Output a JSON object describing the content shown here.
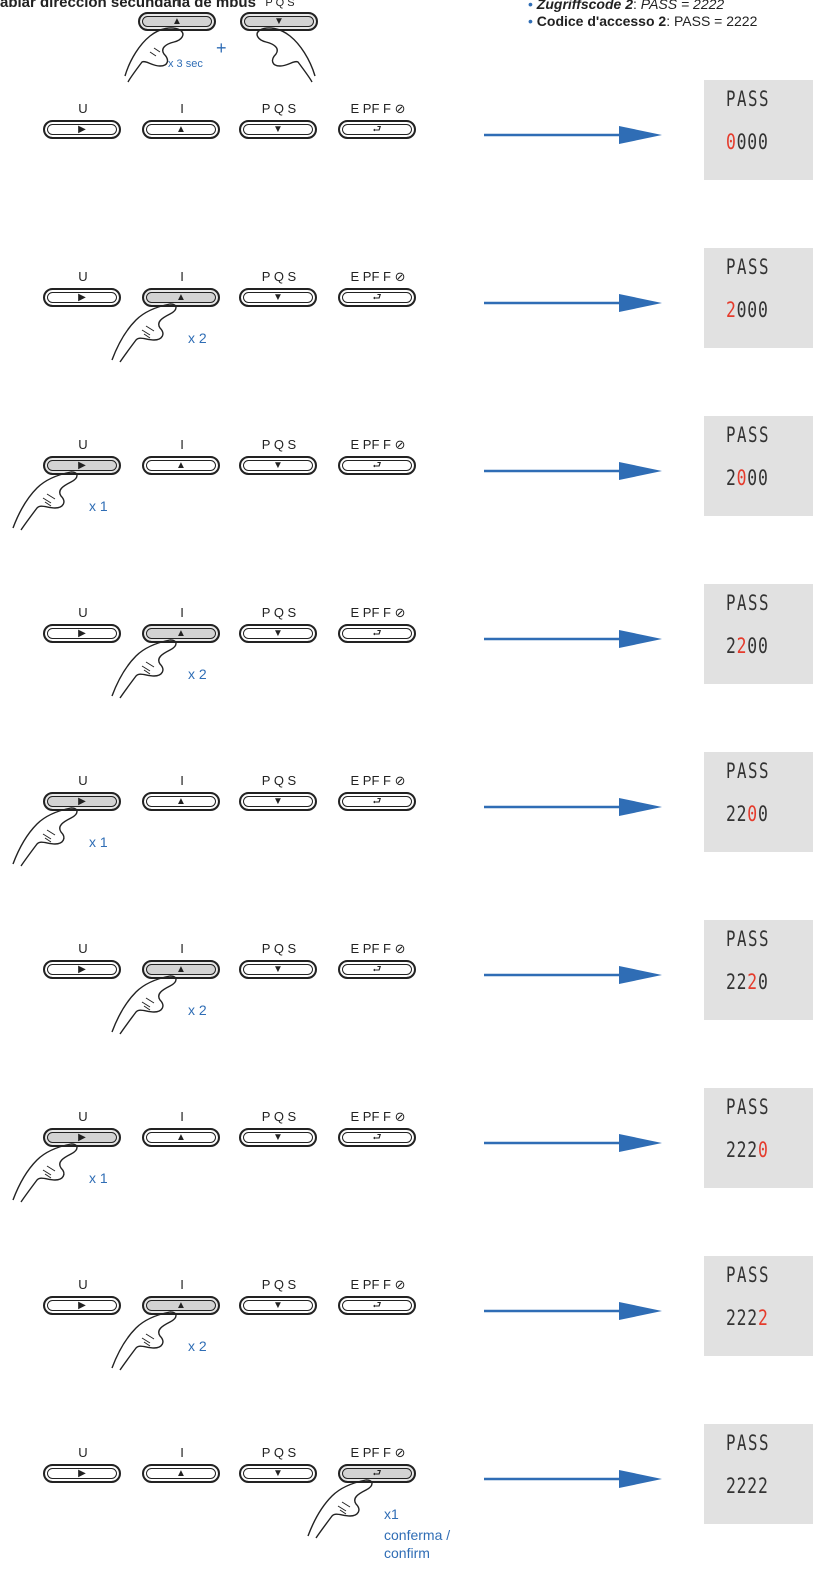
{
  "header": {
    "title": "abiar direccion secundaria de mbus",
    "notes": [
      {
        "bullet": "•",
        "code": "Zugriffscode 2",
        "sep": ": ",
        "value": "PASS = 2222"
      },
      {
        "bullet": "•",
        "code": "Codice d'accesso 2",
        "sep": ": ",
        "value": "PASS = 2222"
      }
    ]
  },
  "intro": {
    "key_i_label": "I",
    "key_pqs_label": "P Q S",
    "plus": "+",
    "hold": "x 3 sec"
  },
  "keys": [
    {
      "label": "U",
      "glyph": "▶"
    },
    {
      "label": "I",
      "glyph": "▲"
    },
    {
      "label": "P Q S",
      "glyph": "▼"
    },
    {
      "label": "E PF F ⊘",
      "glyph": "⮐"
    }
  ],
  "steps": [
    {
      "pressed": null,
      "count": "",
      "display": {
        "label": "PASS",
        "digits": [
          "0",
          "0",
          "0",
          "0"
        ],
        "blink": 0
      }
    },
    {
      "pressed": 1,
      "count": "x 2",
      "display": {
        "label": "PASS",
        "digits": [
          "2",
          "0",
          "0",
          "0"
        ],
        "blink": 0
      }
    },
    {
      "pressed": 0,
      "count": "x 1",
      "display": {
        "label": "PASS",
        "digits": [
          "2",
          "0",
          "0",
          "0"
        ],
        "blink": 1
      }
    },
    {
      "pressed": 1,
      "count": "x 2",
      "display": {
        "label": "PASS",
        "digits": [
          "2",
          "2",
          "0",
          "0"
        ],
        "blink": 1
      }
    },
    {
      "pressed": 0,
      "count": "x 1",
      "display": {
        "label": "PASS",
        "digits": [
          "2",
          "2",
          "0",
          "0"
        ],
        "blink": 2
      }
    },
    {
      "pressed": 1,
      "count": "x 2",
      "display": {
        "label": "PASS",
        "digits": [
          "2",
          "2",
          "2",
          "0"
        ],
        "blink": 2
      }
    },
    {
      "pressed": 0,
      "count": "x 1",
      "display": {
        "label": "PASS",
        "digits": [
          "2",
          "2",
          "2",
          "0"
        ],
        "blink": 3
      }
    },
    {
      "pressed": 1,
      "count": "x 2",
      "display": {
        "label": "PASS",
        "digits": [
          "2",
          "2",
          "2",
          "2"
        ],
        "blink": 3
      }
    },
    {
      "pressed": 3,
      "count": "x1",
      "extra": [
        "conferma /",
        "confirm"
      ],
      "display": {
        "label": "PASS",
        "digits": [
          "2",
          "2",
          "2",
          "2"
        ],
        "blink": -1
      }
    }
  ],
  "colors": {
    "accent": "#2f6db5",
    "blink": "#e53b2c",
    "display_bg": "#e1e1e1",
    "pressed_key": "#d3d3d3"
  }
}
